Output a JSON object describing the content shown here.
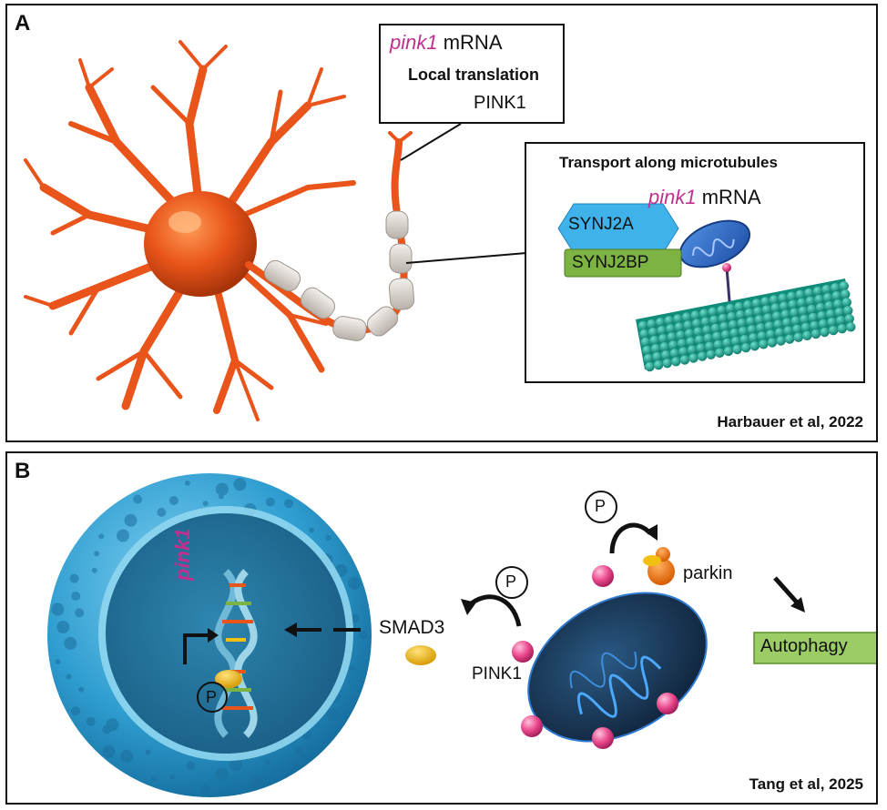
{
  "panel_a": {
    "letter": "A",
    "citation": "Harbauer et al, 2022",
    "inset_translation": {
      "gene": "pink1",
      "mrna_word": "mRNA",
      "process": "Local translation",
      "product": "PINK1"
    },
    "inset_transport": {
      "title": "Transport along microtubules",
      "gene": "pink1",
      "mrna_word": "mRNA",
      "adaptor_top": "SYNJ2A",
      "adaptor_bottom": "SYNJ2BP"
    }
  },
  "panel_b": {
    "letter": "B",
    "citation": "Tang et al, 2025",
    "gene_label": "pink1",
    "phospho_symbol": "P",
    "smad3": "SMAD3",
    "pink1": "PINK1",
    "parkin": "parkin",
    "outcome": "Autophagy"
  },
  "colors": {
    "neuron_orange": "#e8541a",
    "myelin_grey": "#d9d4cf",
    "pink_sphere": "#e8468a",
    "magenta_text": "#c0308f",
    "microtubule_teal": "#1fa592",
    "nucleus_blue": "#3aa7d6",
    "mito_dark": "#1b3450",
    "synj2a_blue": "#3fb2ea",
    "synj2bp_green": "#7cb342",
    "autophagy_green": "#9ccc65",
    "smad3_yellow": "#f2c010",
    "parkin_orange": "#f07a1a"
  }
}
